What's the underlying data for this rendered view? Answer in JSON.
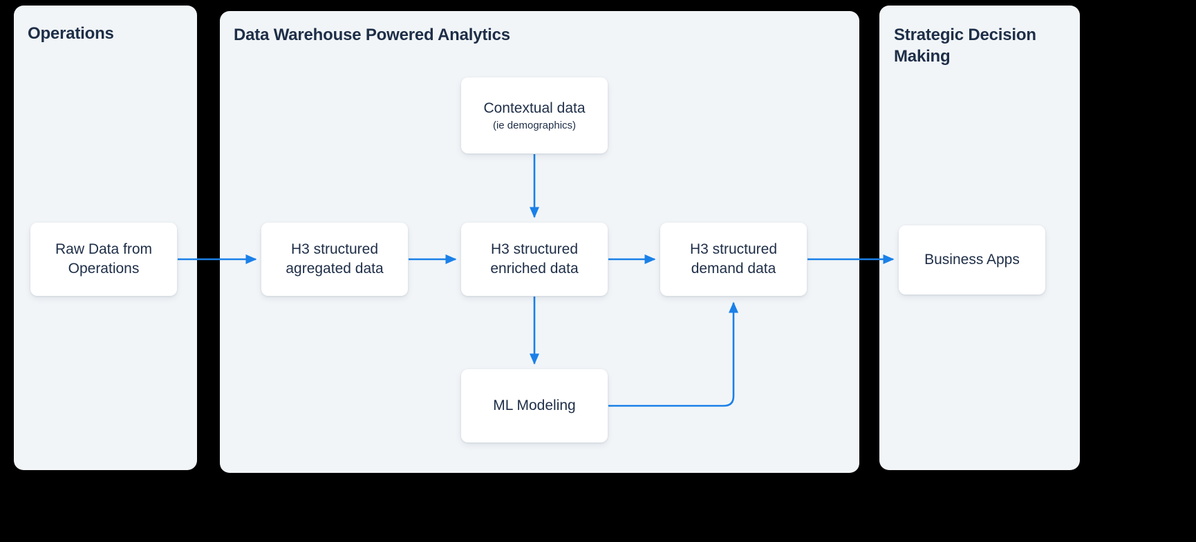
{
  "page": {
    "background_color": "#000000",
    "panel_color": "#f1f5f8",
    "node_color": "#ffffff",
    "text_color": "#1e2e47",
    "accent_color": "#1a80e8"
  },
  "panels": [
    {
      "id": "operations",
      "title": "Operations"
    },
    {
      "id": "analytics",
      "title": "Data Warehouse Powered Analytics"
    },
    {
      "id": "strategic",
      "title": "Strategic Decision\nMaking"
    }
  ],
  "nodes": [
    {
      "id": "raw-data",
      "label": "Raw Data from\nOperations",
      "sublabel": ""
    },
    {
      "id": "aggregated",
      "label": "H3 structured\nagregated data",
      "sublabel": ""
    },
    {
      "id": "contextual",
      "label": "Contextual data",
      "sublabel": "(ie demographics)"
    },
    {
      "id": "enriched",
      "label": "H3 structured\nenriched data",
      "sublabel": ""
    },
    {
      "id": "demand",
      "label": "H3 structured\ndemand data",
      "sublabel": ""
    },
    {
      "id": "ml",
      "label": "ML Modeling",
      "sublabel": ""
    },
    {
      "id": "business",
      "label": "Business Apps",
      "sublabel": ""
    }
  ],
  "chart_data": {
    "type": "diagram",
    "title": "H3 data flow from operations to strategic decision making",
    "lanes": [
      {
        "name": "Operations",
        "nodes": [
          "Raw Data from Operations"
        ]
      },
      {
        "name": "Data Warehouse Powered Analytics",
        "nodes": [
          "H3 structured agregated data",
          "Contextual data (ie demographics)",
          "H3 structured enriched data",
          "H3 structured demand data",
          "ML Modeling"
        ]
      },
      {
        "name": "Strategic Decision Making",
        "nodes": [
          "Business Apps"
        ]
      }
    ],
    "edges": [
      {
        "from": "Raw Data from Operations",
        "to": "H3 structured agregated data",
        "direction": "right"
      },
      {
        "from": "H3 structured agregated data",
        "to": "H3 structured enriched data",
        "direction": "right"
      },
      {
        "from": "Contextual data",
        "to": "H3 structured enriched data",
        "direction": "down"
      },
      {
        "from": "H3 structured enriched data",
        "to": "H3 structured demand data",
        "direction": "right"
      },
      {
        "from": "H3 structured enriched data",
        "to": "ML Modeling",
        "direction": "down"
      },
      {
        "from": "ML Modeling",
        "to": "H3 structured demand data",
        "direction": "right-then-up"
      },
      {
        "from": "H3 structured demand data",
        "to": "Business Apps",
        "direction": "right"
      }
    ]
  }
}
